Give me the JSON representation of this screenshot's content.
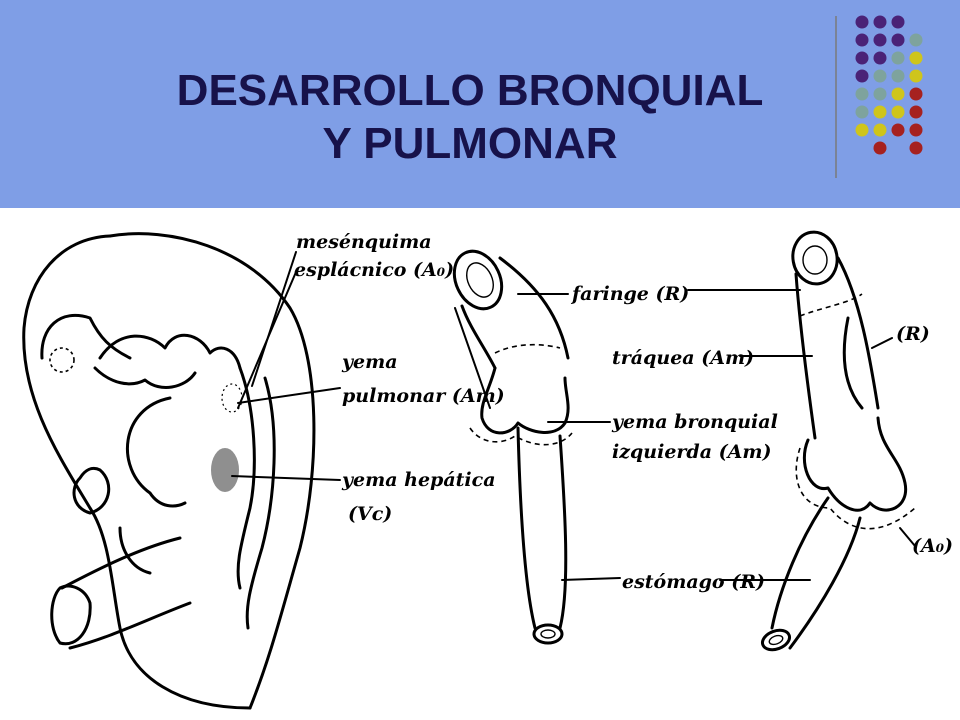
{
  "slide": {
    "title_line1": "DESARROLLO BRONQUIAL",
    "title_line2": "Y PULMONAR",
    "header_bg": "#7f9ee6",
    "title_color": "#17124a",
    "dot_colors": {
      "purple": "#4a2277",
      "teal": "#7ea39d",
      "yellow": "#cfc51b",
      "red": "#a6211f"
    }
  },
  "diagram": {
    "labels": {
      "mesenquima_1": "mesénquima",
      "mesenquima_2": "esplácnico (A₀)",
      "faringe": "faringe (R)",
      "yema_pulmonar_1": "yema",
      "yema_pulmonar_2": "pulmonar (Am)",
      "traquea": "tráquea (Am)",
      "r_right": "(R)",
      "yema_bronquial_1": "yema bronquial",
      "yema_bronquial_2": "izquierda (Am)",
      "yema_hepatica_1": "yema hepática",
      "yema_hepatica_2": "(Vc)",
      "a0_right": "(A₀)",
      "estomago": "estómago (R)"
    }
  }
}
